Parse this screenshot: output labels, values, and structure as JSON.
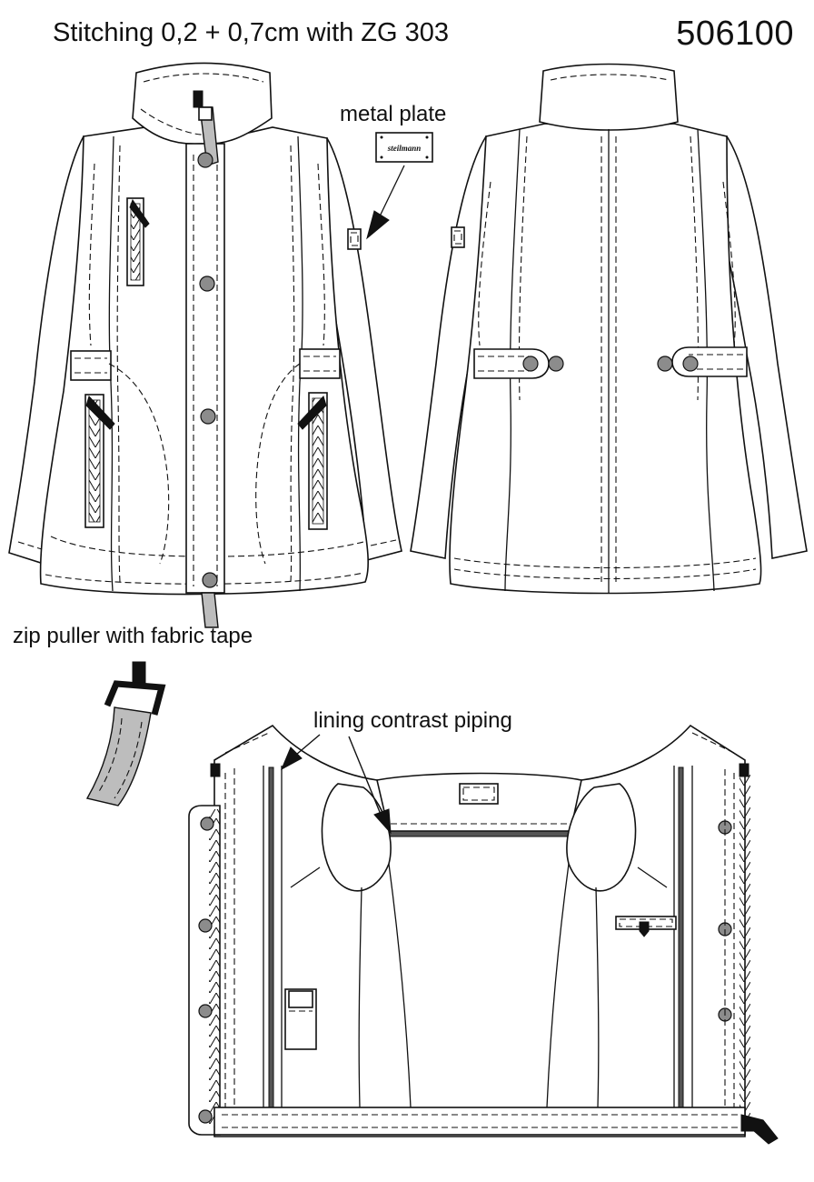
{
  "header": {
    "title": "Stitching  0,2 + 0,7cm with ZG 303",
    "article_number": "506100"
  },
  "callouts": {
    "metal_plate": "metal plate",
    "zip_puller": "zip puller with fabric tape",
    "lining_piping": "lining contrast piping"
  },
  "metal_plate_logo": "steilmann",
  "colors": {
    "line": "#111111",
    "button": "#8c8c8c",
    "zip_tape": "#bdbdbd",
    "piping": "#555555"
  }
}
